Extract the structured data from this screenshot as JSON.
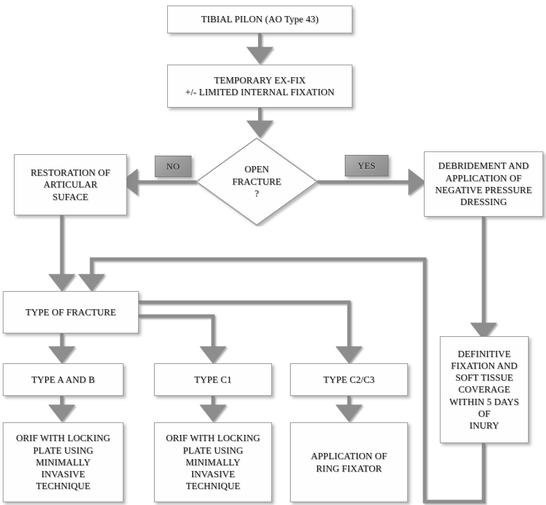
{
  "diagram": {
    "title": "Tibial Pilon (AO Type 43) Management Algorithm",
    "type": "flowchart",
    "colors": {
      "node_fill": "#fefefe",
      "node_border": "#9a9a9a",
      "connector": "#858585",
      "label_fill": "#9c9c9c",
      "text": "#1a1a1a",
      "background": "#ffffff"
    },
    "nodes": {
      "start": {
        "label": "TIBIAL PILON (AO Type 43)",
        "shape": "rect"
      },
      "exfix": {
        "label": "TEMPORARY EX-FIX\n+/- LIMITED INTERNAL FIXATION",
        "shape": "rect"
      },
      "decision": {
        "label": "OPEN\nFRACTURE\n?",
        "shape": "diamond"
      },
      "restoration": {
        "label": "RESTORATION OF\nARTICULAR\nSUFACE",
        "shape": "rect"
      },
      "debridement": {
        "label": "DEBRIDEMENT AND\nAPPLICATION OF\nNEGATIVE PRESSURE\nDRESSING",
        "shape": "rect"
      },
      "definitive": {
        "label": "DEFINITIVE\nFIXATION AND\nSOFT TISSUE\nCOVERAGE\nWITHIN 5 DAYS OF\nINURY",
        "shape": "rect"
      },
      "type_of_fracture": {
        "label": "TYPE OF FRACTURE",
        "shape": "rect"
      },
      "type_ab": {
        "label": "TYPE A AND B",
        "shape": "rect"
      },
      "type_c1": {
        "label": "TYPE C1",
        "shape": "rect"
      },
      "type_c2c3": {
        "label": "TYPE C2/C3",
        "shape": "rect"
      },
      "orif_ab": {
        "label": "ORIF WITH LOCKING\nPLATE USING\nMINIMALLY\nINVASIVE\nTECHNIQUE",
        "shape": "rect"
      },
      "orif_c1": {
        "label": "ORIF WITH LOCKING\nPLATE USING\nMINIMALLY\nINVASIVE\nTECHNIQUE",
        "shape": "rect"
      },
      "ring_fixator": {
        "label": "APPLICATION OF\nRING FIXATOR",
        "shape": "rect"
      }
    },
    "branch_labels": {
      "no": "NO",
      "yes": "YES"
    },
    "edges": [
      {
        "from": "start",
        "to": "exfix",
        "label": ""
      },
      {
        "from": "exfix",
        "to": "decision",
        "label": ""
      },
      {
        "from": "decision",
        "to": "restoration",
        "label": "NO"
      },
      {
        "from": "decision",
        "to": "debridement",
        "label": "YES"
      },
      {
        "from": "restoration",
        "to": "type_of_fracture",
        "label": ""
      },
      {
        "from": "debridement",
        "to": "definitive",
        "label": ""
      },
      {
        "from": "definitive",
        "to": "type_of_fracture",
        "label": ""
      },
      {
        "from": "type_of_fracture",
        "to": "type_ab",
        "label": ""
      },
      {
        "from": "type_of_fracture",
        "to": "type_c1",
        "label": ""
      },
      {
        "from": "type_of_fracture",
        "to": "type_c2c3",
        "label": ""
      },
      {
        "from": "type_ab",
        "to": "orif_ab",
        "label": ""
      },
      {
        "from": "type_c1",
        "to": "orif_c1",
        "label": ""
      },
      {
        "from": "type_c2c3",
        "to": "ring_fixator",
        "label": ""
      }
    ]
  }
}
